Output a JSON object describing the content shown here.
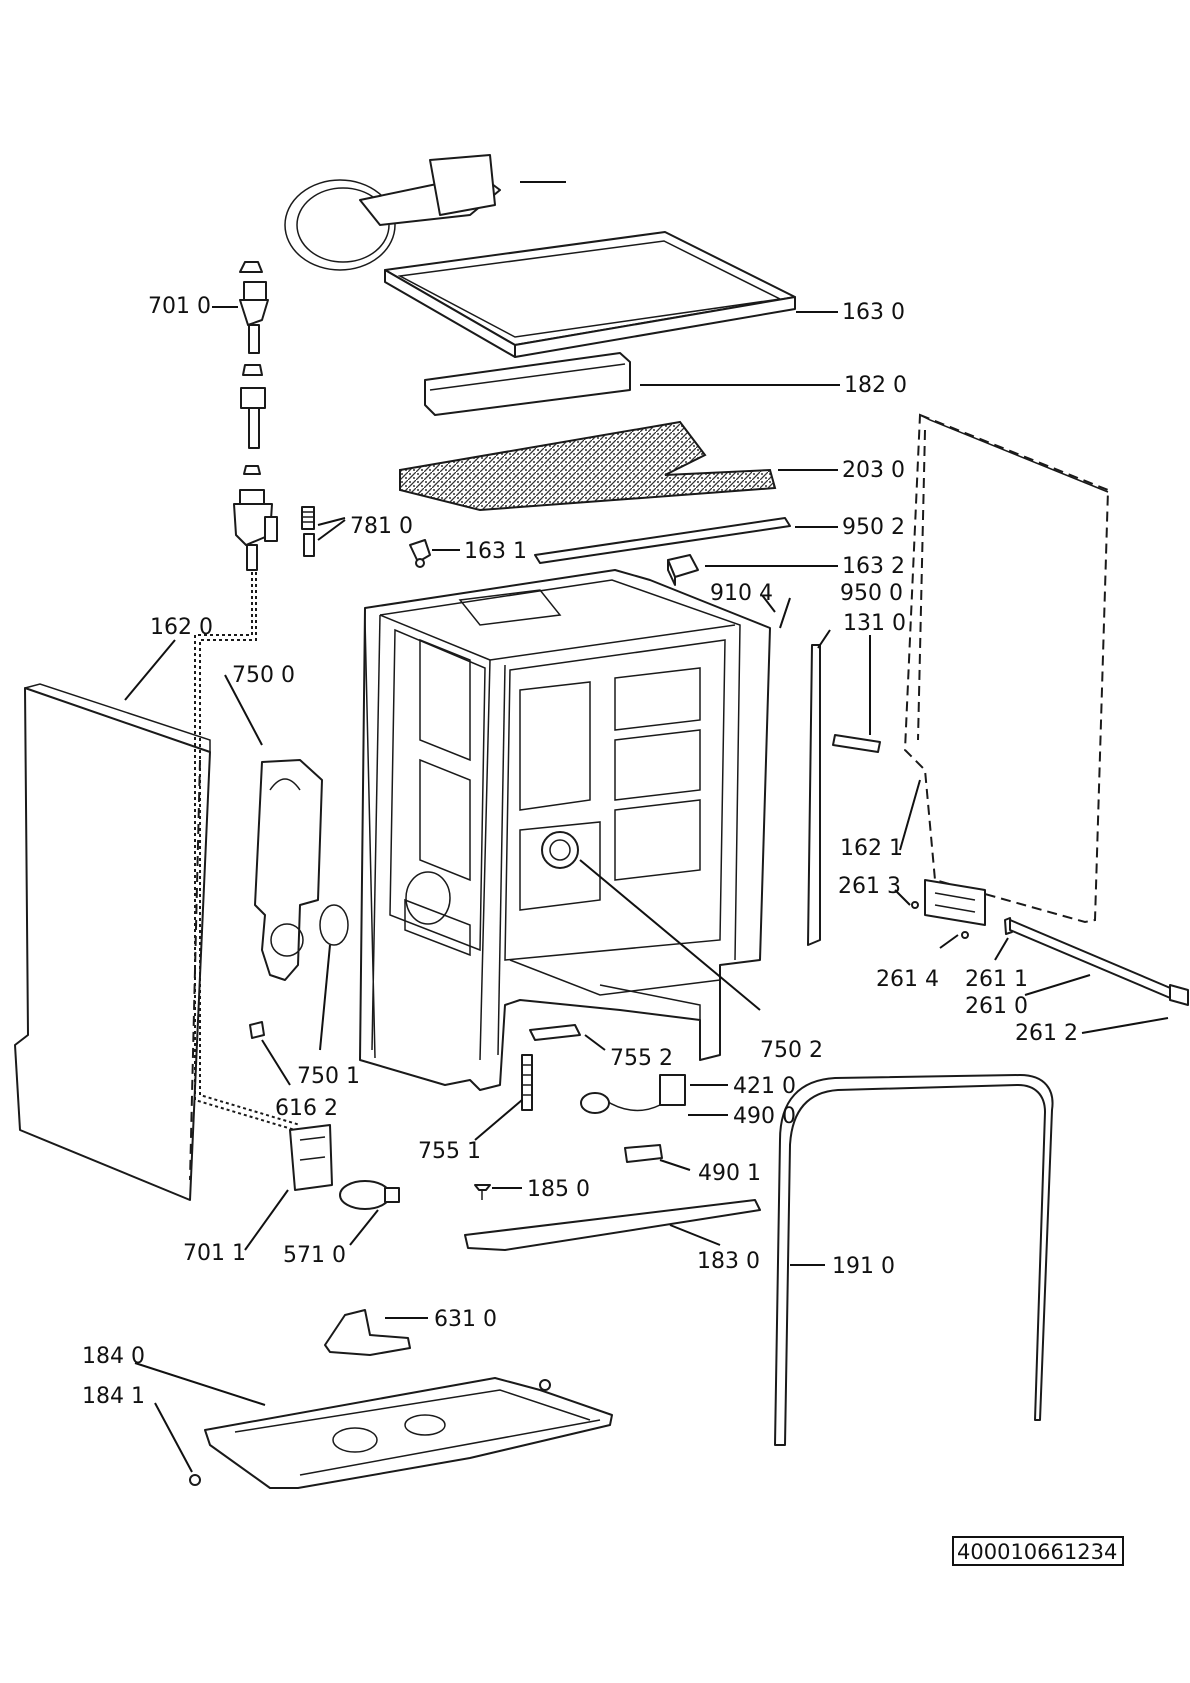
{
  "diagram": {
    "labels": {
      "l7010": "701 0",
      "l1630": "163 0",
      "l1820": "182 0",
      "l2030": "203 0",
      "l7810": "781 0",
      "l9502": "950 2",
      "l1631": "163 1",
      "l1632": "163 2",
      "l9104": "910 4",
      "l9500": "950 0",
      "l1310": "131 0",
      "l1620": "162 0",
      "l7500": "750 0",
      "l1621": "162 1",
      "l2613": "261 3",
      "l2614": "261 4",
      "l2611": "261 1",
      "l2610": "261 0",
      "l2612": "261 2",
      "l7502": "750 2",
      "l7552": "755 2",
      "l7501": "750 1",
      "l6162": "616 2",
      "l4210": "421 0",
      "l4900": "490 0",
      "l7551": "755 1",
      "l4901": "490 1",
      "l1850": "185 0",
      "l7011": "701 1",
      "l5710": "571 0",
      "l1830": "183 0",
      "l1910": "191 0",
      "l6310": "631 0",
      "l1840": "184 0",
      "l1841": "184 1"
    },
    "document_number": "400010661234"
  }
}
